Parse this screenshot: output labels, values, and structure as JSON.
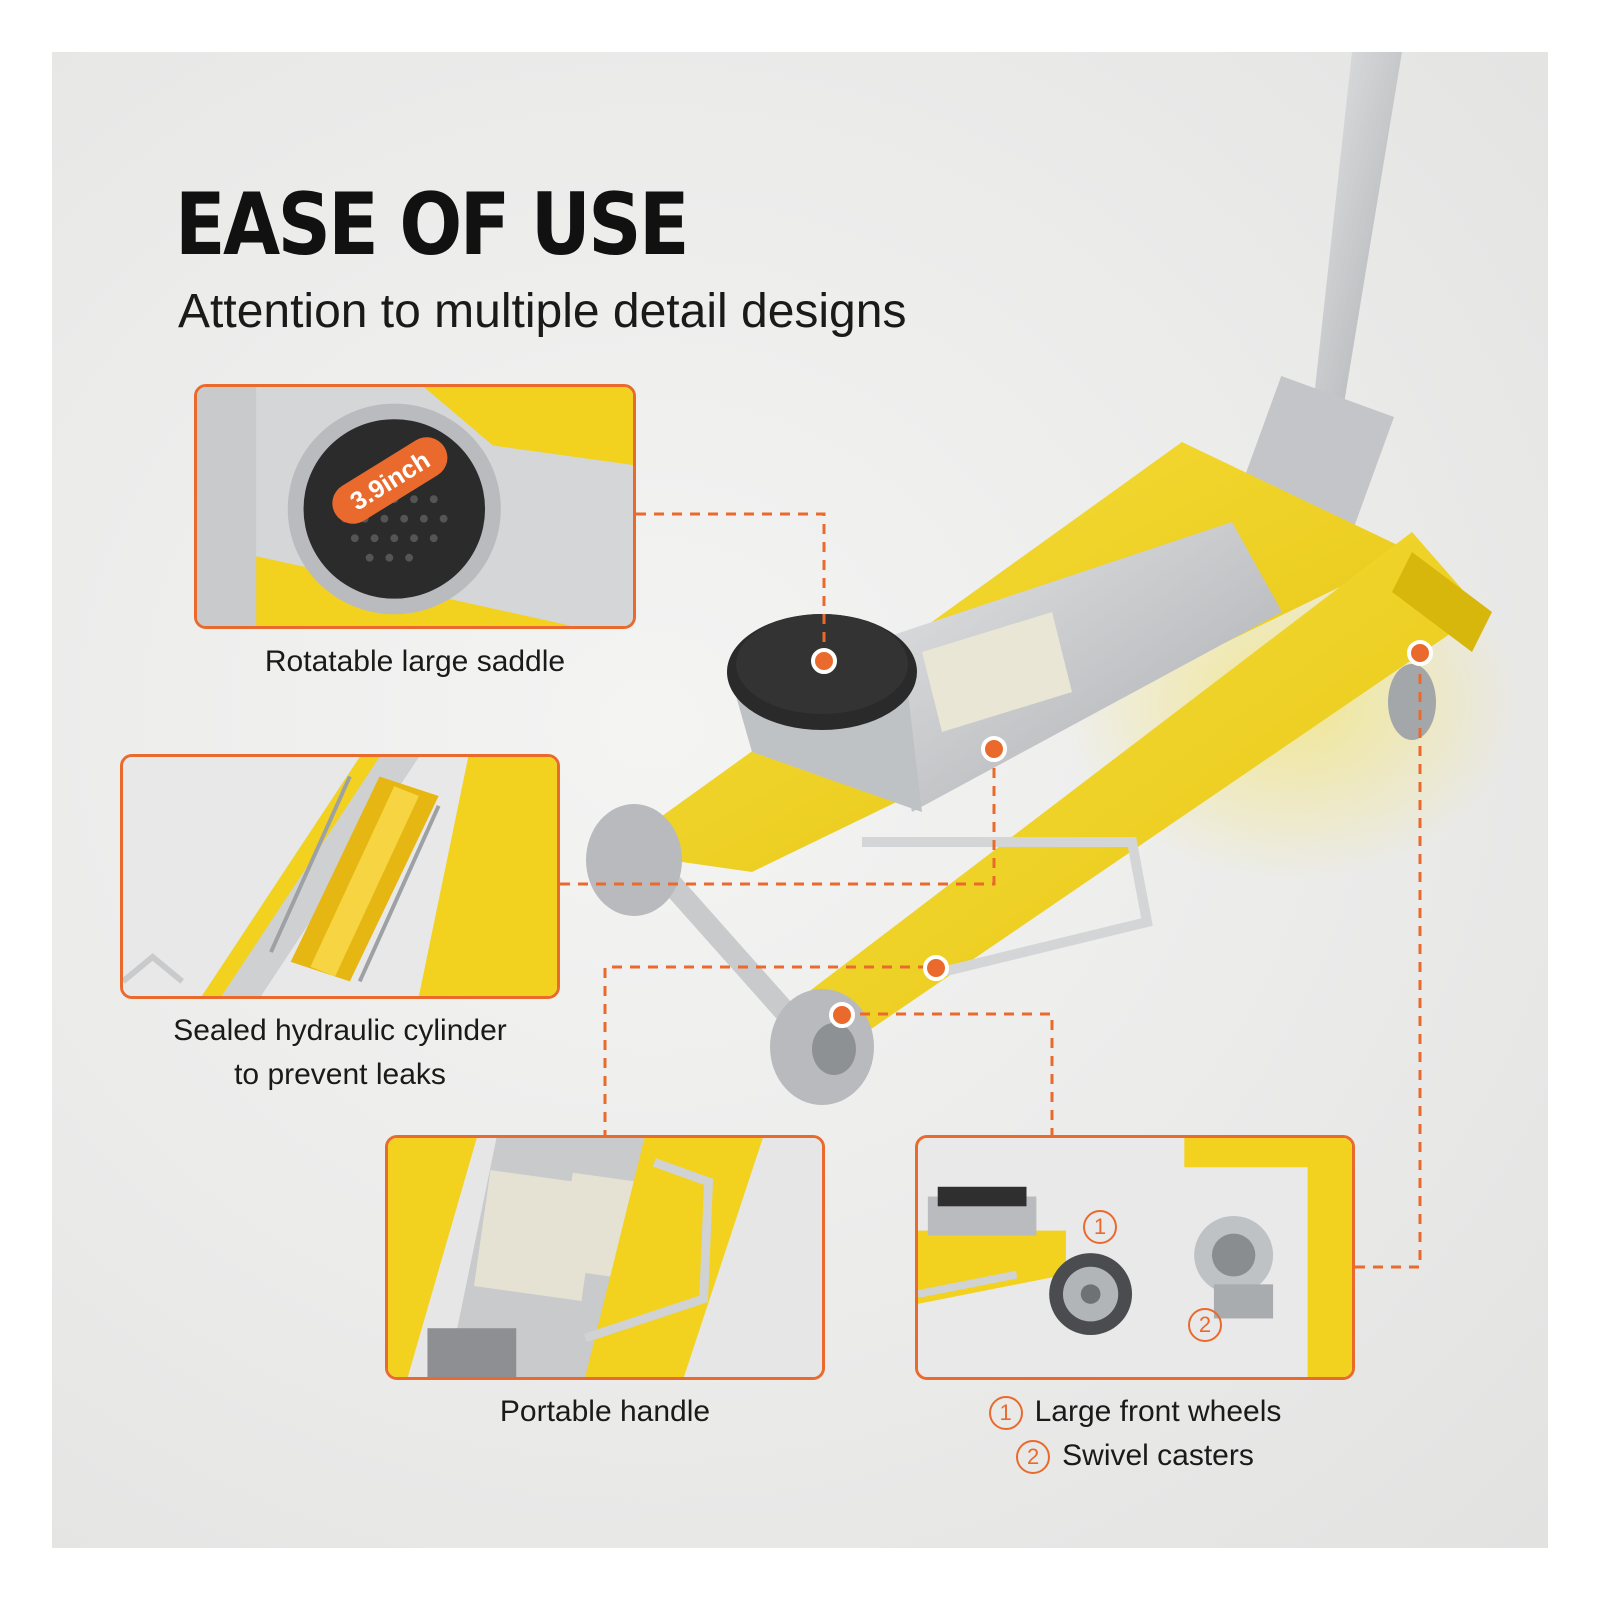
{
  "header": {
    "title": "EASE OF USE",
    "subtitle": "Attention to multiple detail designs"
  },
  "saddle_badge": "3.9inch",
  "features": {
    "saddle": "Rotatable large saddle",
    "cylinder_line1": "Sealed hydraulic cylinder",
    "cylinder_line2": "to prevent leaks",
    "handle": "Portable handle",
    "wheels_num": "1",
    "wheels": "Large front wheels",
    "casters_num": "2",
    "casters": "Swivel casters"
  },
  "panel_markers": [
    "1",
    "2"
  ],
  "colors": {
    "accent": "#ea6a2d",
    "jack_yellow": "#f3d321",
    "aluminum": "#c9cbcd",
    "background": "#ebebea"
  }
}
